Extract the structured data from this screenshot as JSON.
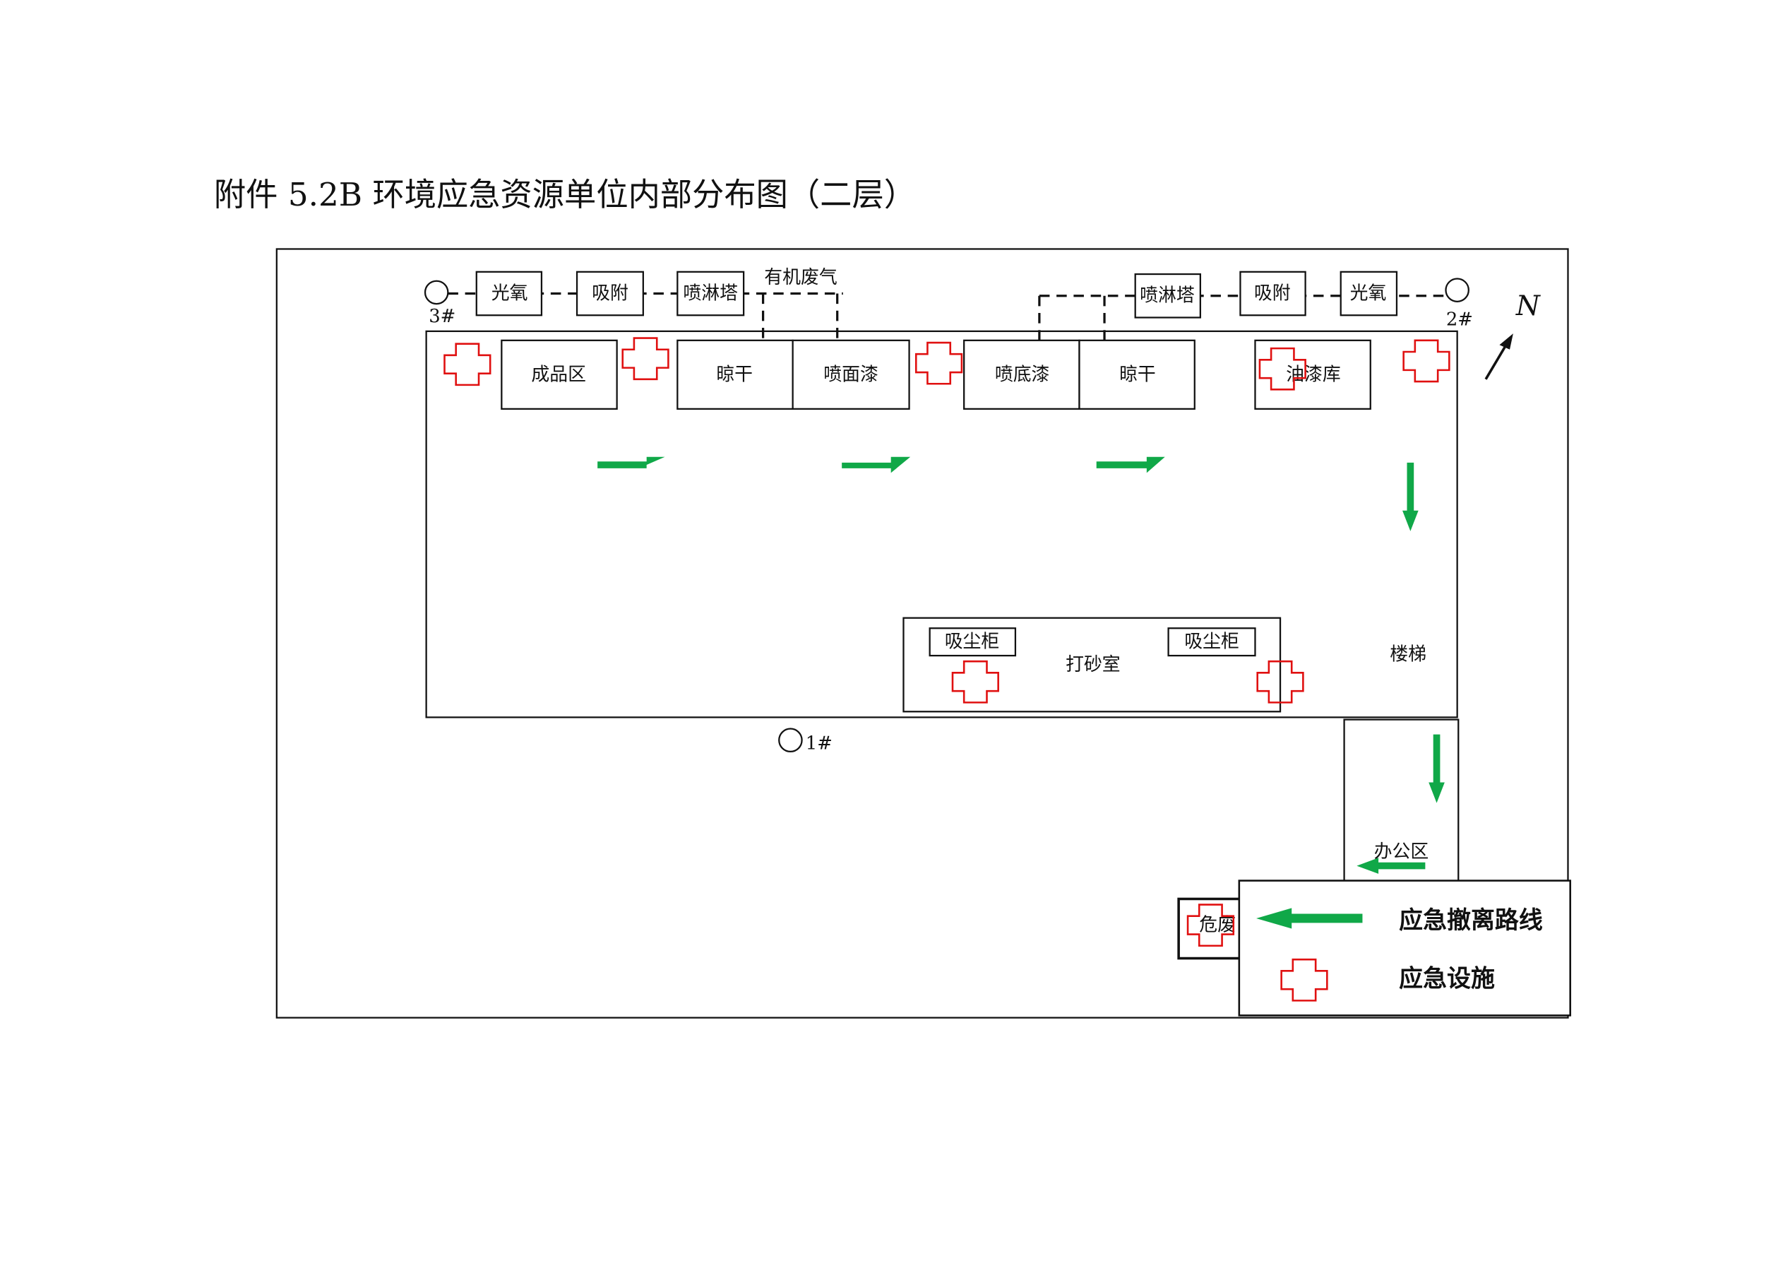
{
  "title": "附件 5.2B 环境应急资源单位内部分布图（二层）",
  "outlets": {
    "one": "1#",
    "two": "2#",
    "three": "3#"
  },
  "left_chain": {
    "guangyang": "光氧",
    "xifu": "吸附",
    "penlinta": "喷淋塔",
    "label": "有机废气"
  },
  "right_chain": {
    "penlinta": "喷淋塔",
    "xifu": "吸附",
    "guangyang": "光氧"
  },
  "rooms": {
    "chengpinqu": "成品区",
    "lianggan_1": "晾干",
    "penmianqi": "喷面漆",
    "pendiqi": "喷底漆",
    "lianggan_2": "晾干",
    "youqiku": "油漆库",
    "dashashi": "打砂室",
    "xichengui_1": "吸尘柜",
    "xichengui_2": "吸尘柜",
    "louti": "楼梯",
    "bangongqu": "办公区",
    "weifei": "危废"
  },
  "compass": {
    "north": "N"
  },
  "legend": {
    "evacuation_route": "应急撤离路线",
    "emergency_facility": "应急设施"
  },
  "colors": {
    "route": "#10a848",
    "facility": "#e01010"
  }
}
